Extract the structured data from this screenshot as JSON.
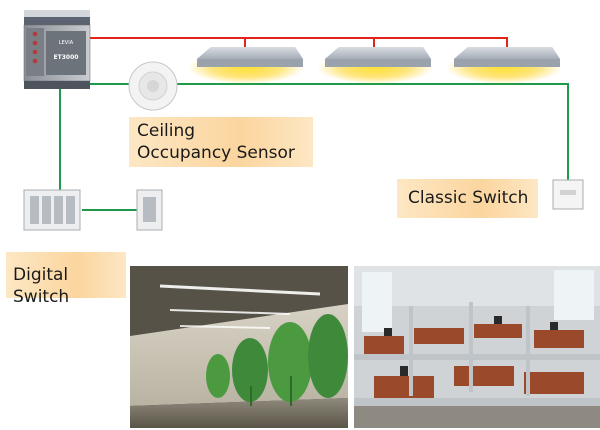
{
  "controller": {
    "brand": "LEVIA",
    "model": "ET3000"
  },
  "labels": {
    "ceiling_line1": "Ceiling",
    "ceiling_line2": "Occupancy Sensor",
    "classic_switch": "Classic Switch",
    "digital_switch": "Digital Switch"
  },
  "colors": {
    "power_wire": "#e2231a",
    "control_wire": "#1f9a4a",
    "label_bg": "#fbd59e"
  },
  "photos": {
    "corridor": "corridor-photo",
    "office": "office-photo"
  }
}
